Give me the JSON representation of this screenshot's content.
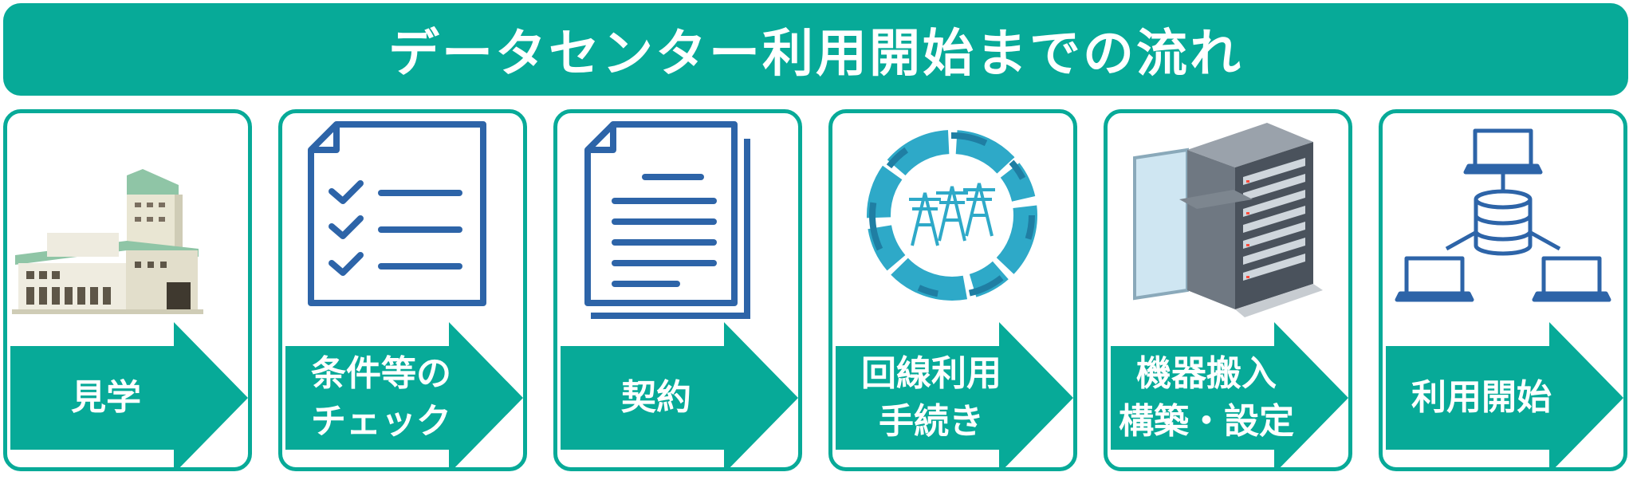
{
  "title": "データセンター利用開始までの流れ",
  "colors": {
    "teal": "#07aa98",
    "blue": "#2d64a8",
    "lightblue": "#2ea9c8"
  },
  "steps": [
    {
      "lines": [
        "見学"
      ],
      "icon": "building-icon"
    },
    {
      "lines": [
        "条件等の",
        "チェック"
      ],
      "icon": "checklist-icon"
    },
    {
      "lines": [
        "契約"
      ],
      "icon": "contract-document-icon"
    },
    {
      "lines": [
        "回線利用",
        "手続き"
      ],
      "icon": "power-tower-icon"
    },
    {
      "lines": [
        "機器搬入",
        "構築・設定"
      ],
      "icon": "server-rack-icon"
    },
    {
      "lines": [
        "利用開始"
      ],
      "icon": "network-database-icon"
    }
  ]
}
